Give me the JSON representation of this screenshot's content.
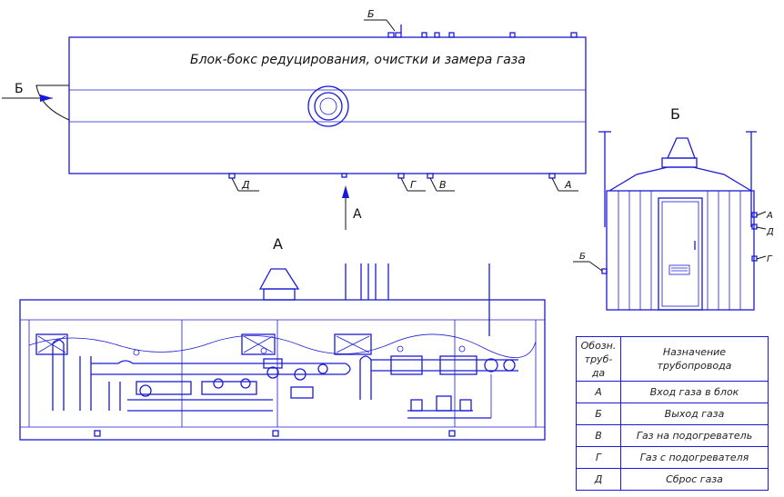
{
  "title": "Блок-бокс редуцирования, очистки и замера газа",
  "view_labels": {
    "view_a": "А",
    "view_b": "Б"
  },
  "top_view_markers": {
    "arrow_a": "А",
    "arrow_b": "Б",
    "top_b": "Б",
    "bottom": [
      "Д",
      "Г",
      "В",
      "А"
    ]
  },
  "side_view_markers": {
    "left_b": "Б",
    "right": [
      "А",
      "Д",
      "Г"
    ]
  },
  "legend": {
    "header_col1": "Обозн. труб-да",
    "header_col2": "Назначение трубопровода",
    "rows": [
      {
        "code": "А",
        "purpose": "Вход газа в блок"
      },
      {
        "code": "Б",
        "purpose": "Выход газа"
      },
      {
        "code": "В",
        "purpose": "Газ на подогреватель"
      },
      {
        "code": "Г",
        "purpose": "Газ с подогревателя"
      },
      {
        "code": "Д",
        "purpose": "Сброс газа"
      }
    ]
  },
  "colors": {
    "line": "#1a1ad6",
    "text": "#111111",
    "background": "#ffffff"
  }
}
